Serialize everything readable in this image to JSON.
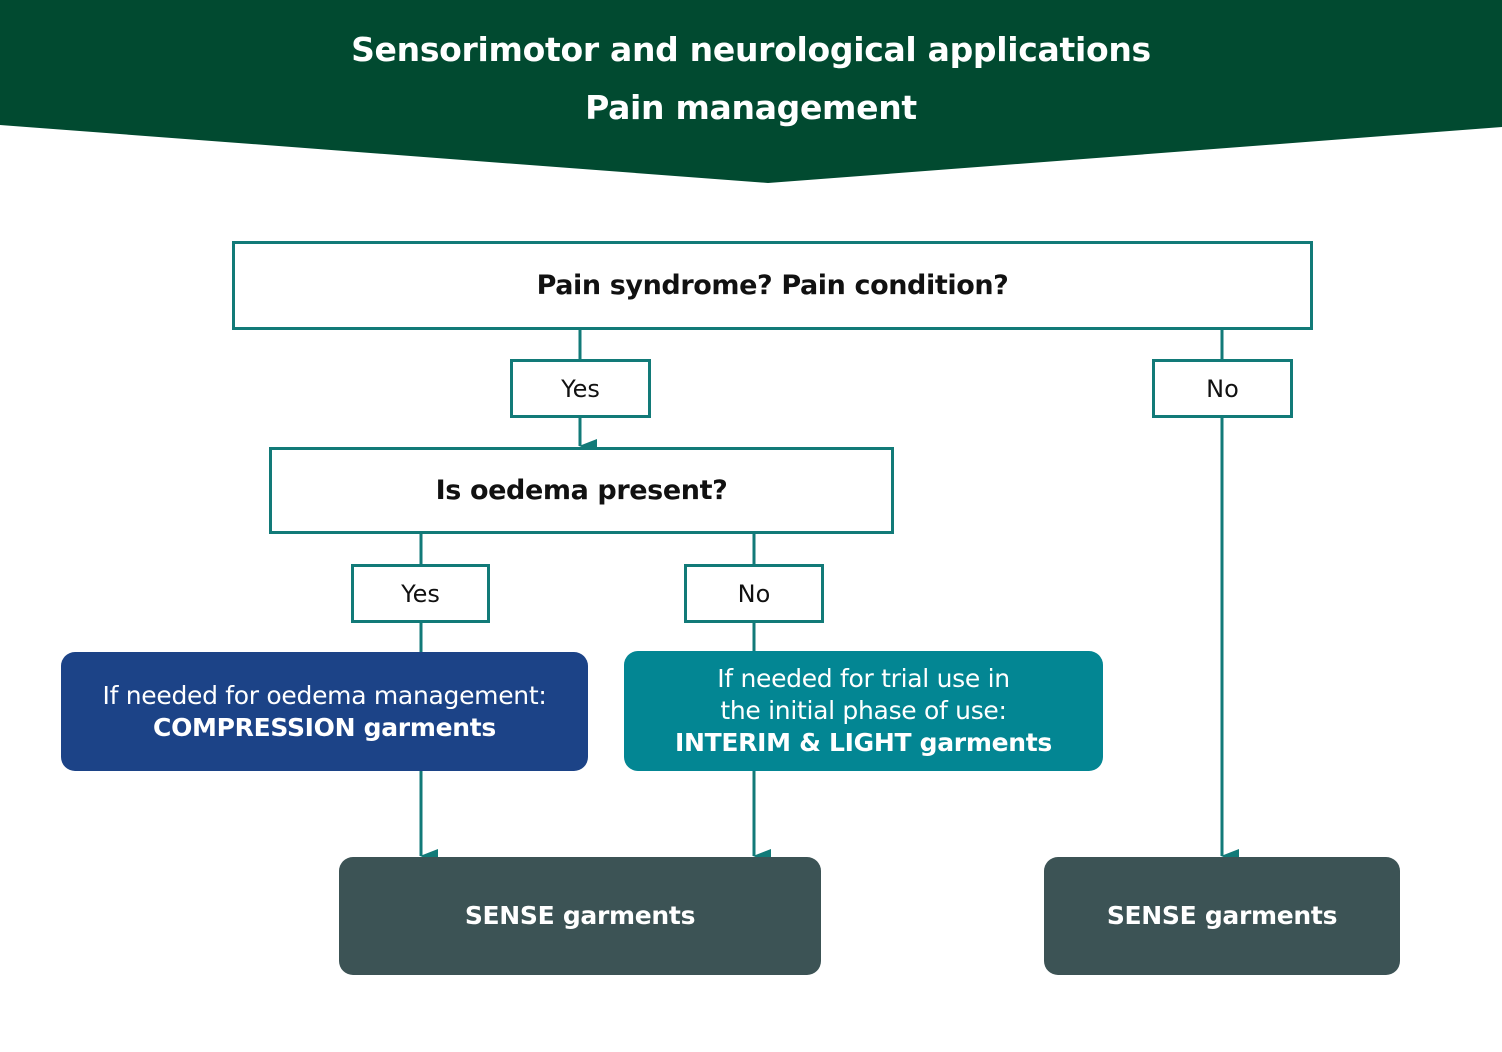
{
  "header": {
    "title_line1": "Sensorimotor and neurological applications",
    "title_line2": "Pain management"
  },
  "colors": {
    "banner": "#014a30",
    "connector": "#127a78",
    "compression_box": "#1c4387",
    "interim_box": "#038693",
    "sense_box": "#3c5355"
  },
  "nodes": {
    "question1": "Pain syndrome? Pain condition?",
    "q1_yes": "Yes",
    "q1_no": "No",
    "question2": "Is oedema present?",
    "q2_yes": "Yes",
    "q2_no": "No",
    "compression": {
      "line1": "If needed for oedema management:",
      "line2": "COMPRESSION garments"
    },
    "interim": {
      "line1": "If needed for trial use in",
      "line2": "the initial phase of use:",
      "line3": "INTERIM & LIGHT garments"
    },
    "sense_left": "SENSE garments",
    "sense_right": "SENSE garments"
  }
}
